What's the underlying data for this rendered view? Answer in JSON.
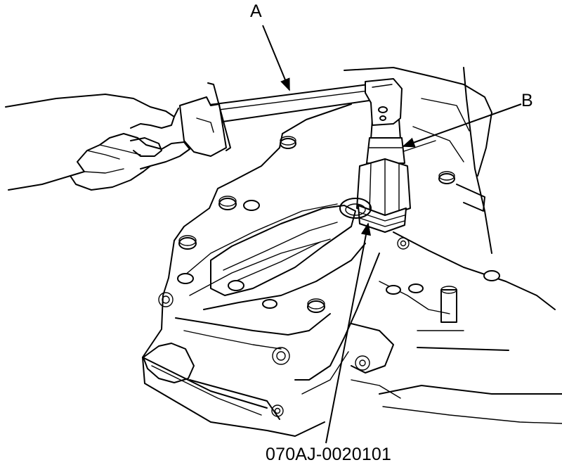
{
  "labels": {
    "a": "A",
    "b": "B",
    "part_number": "070AJ-0020101"
  },
  "colors": {
    "line": "#000000",
    "background": "#ffffff"
  }
}
